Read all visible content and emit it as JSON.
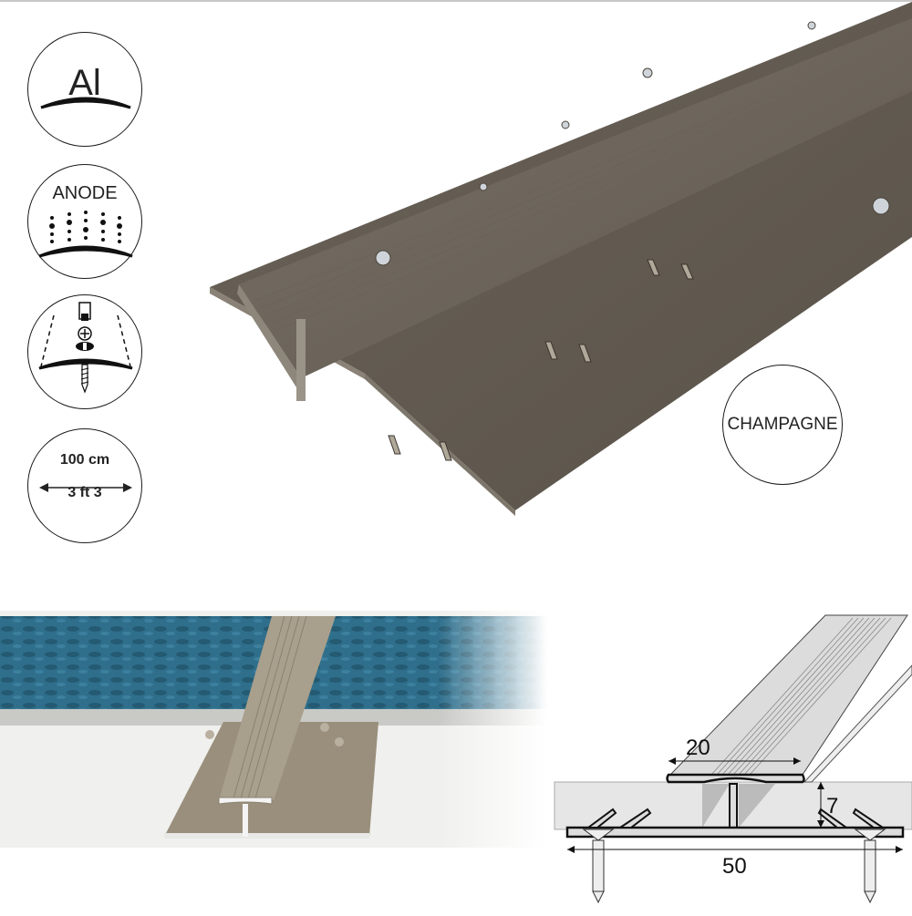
{
  "badges": {
    "material": {
      "label": "Al",
      "icon": "aluminium-material-icon"
    },
    "finish": {
      "label": "ANODE",
      "icon": "anodized-finish-icon"
    },
    "fixing": {
      "icon": "screw-fixing-icon"
    },
    "length": {
      "metric": "100 cm",
      "imperial": "3 ft 3",
      "icon": "length-arrow-icon"
    }
  },
  "color_badge": {
    "label": "CHAMPAGNE"
  },
  "colors": {
    "profile": "#6e665c",
    "profile_light": "#8a8276",
    "carpet": "#2f6f8c",
    "floor": "#f2f2f0",
    "diagram_fill": "#e6e6e6"
  },
  "diagram": {
    "top_width": "20",
    "height": "7",
    "base_width": "50"
  }
}
